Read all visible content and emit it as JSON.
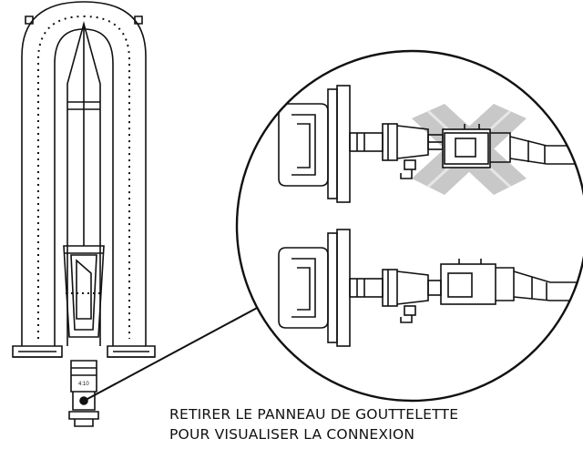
{
  "figure": {
    "caption_line_1": "RETIRER LE PANNEAU DE GOUTTELETTE",
    "caption_line_2": "POUR VISUALISER LA CONNEXION"
  },
  "parts": {
    "small_label": "4:10"
  },
  "colors": {
    "line": "#111111",
    "background": "#ffffff",
    "prohibition_mark": "#c8c8c8"
  }
}
